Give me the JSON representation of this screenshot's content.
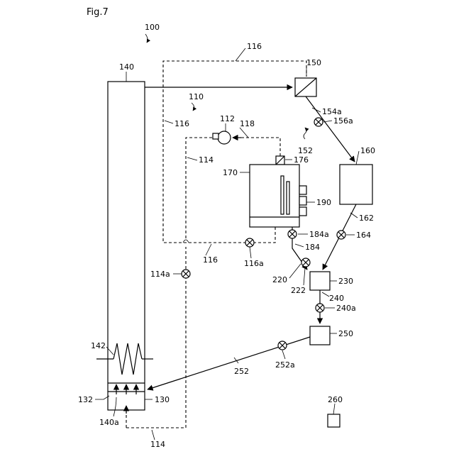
{
  "figure": {
    "title": "Fig.7",
    "labels": {
      "system": "100",
      "subsystem": "110",
      "pump": "112",
      "line_114_top": "114",
      "line_114_bottom": "114",
      "valve_114a": "114a",
      "line_116_top": "116",
      "line_116_left": "116",
      "line_116_bottom": "116",
      "valve_116a": "116a",
      "line_118": "118",
      "vessel_130": "130",
      "part_132": "132",
      "column_140": "140",
      "nozzle_140a": "140a",
      "heater_142": "142",
      "unit_150": "150",
      "line_152": "152",
      "line_154a": "154a",
      "valve_156a": "156a",
      "unit_160": "160",
      "line_162": "162",
      "valve_164": "164",
      "tank_170": "170",
      "sensor_176": "176",
      "line_184": "184",
      "valve_184a": "184a",
      "unit_190": "190",
      "line_220": "220",
      "valve_222": "222",
      "unit_230": "230",
      "line_240": "240",
      "valve_240a": "240a",
      "unit_250": "250",
      "line_252": "252",
      "valve_252a": "252a",
      "unit_260": "260"
    }
  }
}
